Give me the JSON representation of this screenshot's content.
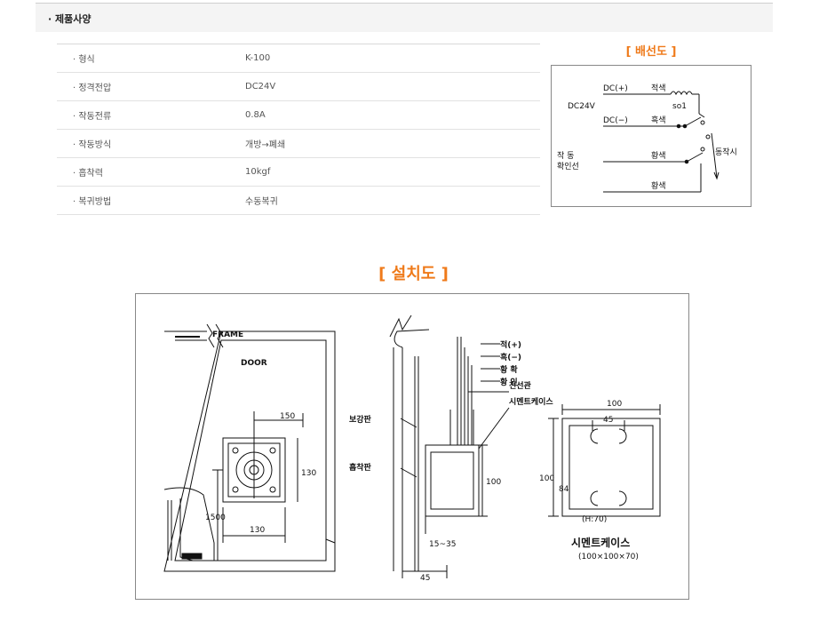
{
  "section": {
    "title": "· 제품사양"
  },
  "specs": [
    {
      "label": "· 형식",
      "value": "K-100"
    },
    {
      "label": "· 정격전압",
      "value": "DC24V"
    },
    {
      "label": "· 작동전류",
      "value": "0.8A"
    },
    {
      "label": "· 작동방식",
      "value": "개방→폐쇄"
    },
    {
      "label": "· 흡착력",
      "value": "10kgf"
    },
    {
      "label": "· 복귀방법",
      "value": "수동복귀"
    }
  ],
  "wiring": {
    "title": "[ 배선도 ]",
    "dc24v": "DC24V",
    "dc_plus": "DC(+)",
    "dc_minus": "DC(−)",
    "red": "적색",
    "black": "흑색",
    "so1": "so1",
    "yellow1": "황색",
    "yellow2": "황색",
    "action_check_1": "작   동",
    "action_check_2": "확인선",
    "on_action": "동작시"
  },
  "install": {
    "title": "[ 설치도 ]",
    "frame": "FRAME",
    "door": "DOOR",
    "dim_150": "150",
    "dim_130_v": "130",
    "dim_130_h": "130",
    "dim_1500": "1500",
    "red_plus": "적(+)",
    "black_minus": "흑(−)",
    "yellow_check": "황 확",
    "yellow_in": "황 인",
    "conduit": "전선관",
    "cement_case_label": "시멘트케이스",
    "reinforce": "보강판",
    "absorb": "흡착판",
    "dim_100_side": "100",
    "dim_15_35": "15~35",
    "dim_45_bottom": "45",
    "case_100_top": "100",
    "case_45": "45",
    "case_100_left": "100",
    "case_84": "84",
    "case_h70": "(H:70)",
    "case_title": "시멘트케이스",
    "case_size": "(100×100×70)"
  }
}
